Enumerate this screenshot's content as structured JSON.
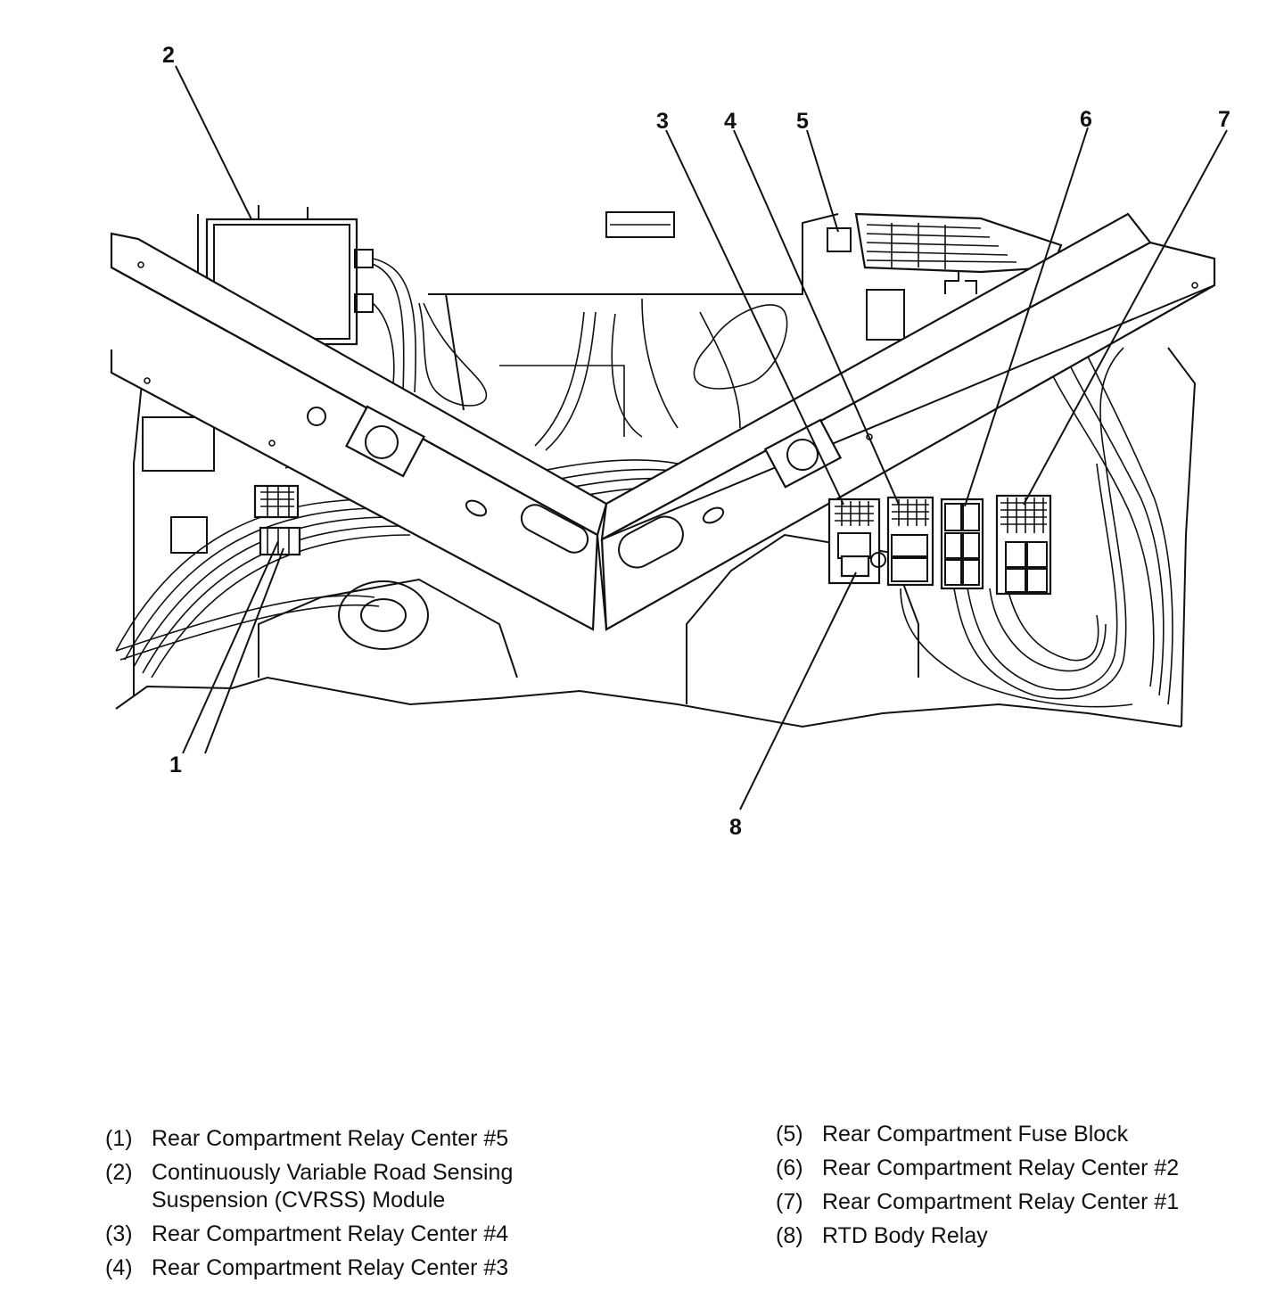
{
  "callouts": [
    {
      "number": "1"
    },
    {
      "number": "2"
    },
    {
      "number": "3"
    },
    {
      "number": "4"
    },
    {
      "number": "5"
    },
    {
      "number": "6"
    },
    {
      "number": "7"
    },
    {
      "number": "8"
    }
  ],
  "legend": {
    "left": [
      {
        "num": "(1)",
        "text": "Rear Compartment Relay Center #5"
      },
      {
        "num": "(2)",
        "text": "Continuously Variable Road Sensing\nSuspension (CVRSS) Module"
      },
      {
        "num": "(3)",
        "text": "Rear Compartment Relay Center #4"
      },
      {
        "num": "(4)",
        "text": "Rear Compartment Relay Center #3"
      }
    ],
    "right": [
      {
        "num": "(5)",
        "text": "Rear Compartment Fuse Block"
      },
      {
        "num": "(6)",
        "text": "Rear Compartment Relay Center #2"
      },
      {
        "num": "(7)",
        "text": "Rear Compartment Relay Center #1"
      },
      {
        "num": "(8)",
        "text": "RTD Body Relay"
      }
    ]
  }
}
